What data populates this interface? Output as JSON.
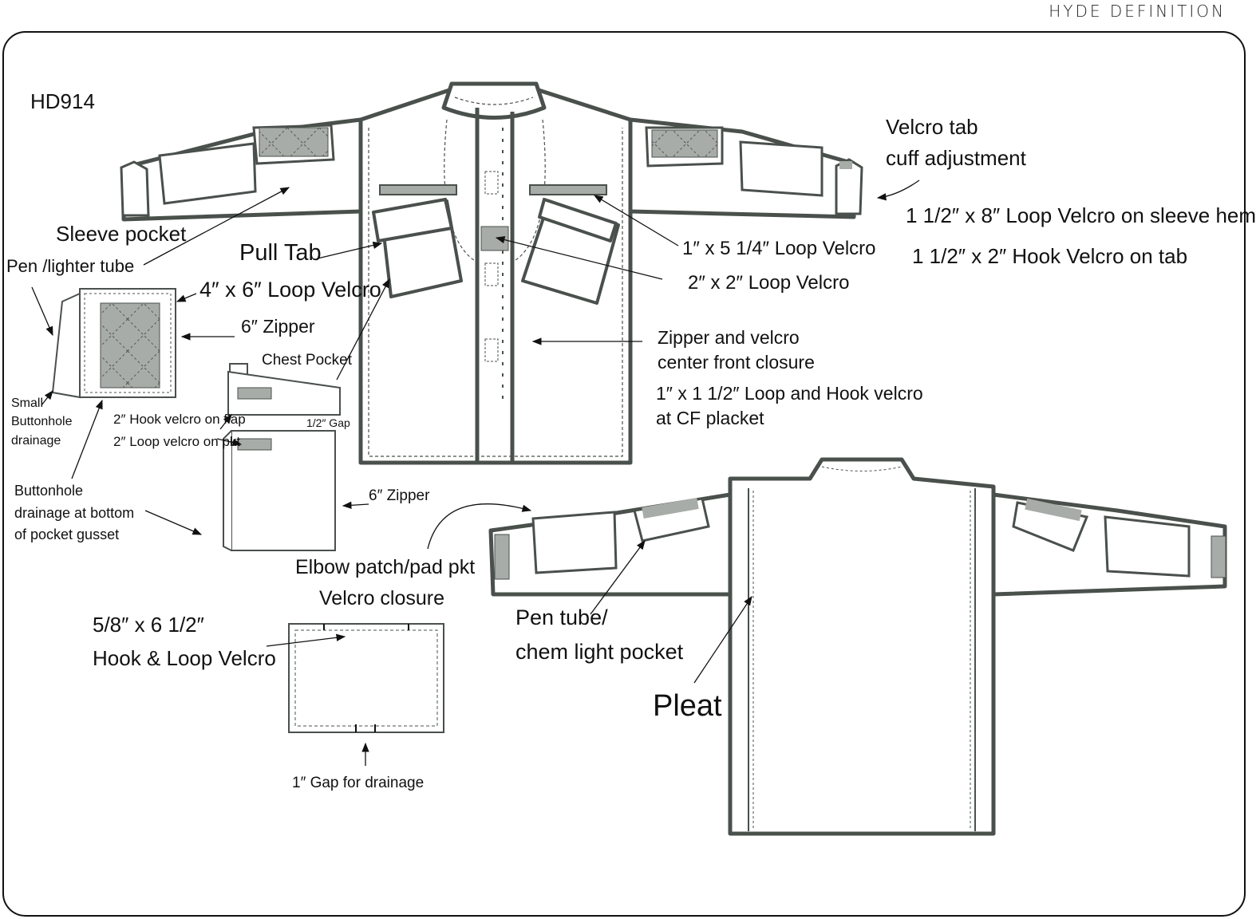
{
  "brand": "HYDE DEFINITION",
  "style_code": "HD914",
  "colors": {
    "outline": "#4a504c",
    "velcro_fill": "#a7aca8",
    "line": "#111111"
  },
  "labels": {
    "velcro_tab_1": "Velcro tab",
    "velcro_tab_2": "cuff adjustment",
    "sleeve_hem_velcro": "1 1/2″ x 8″ Loop Velcro  on sleeve hem",
    "tab_hook_velcro": "1 1/2″ x 2″ Hook Velcro on tab",
    "sleeve_pocket": "Sleeve pocket",
    "pen_lighter_tube": "Pen /lighter tube",
    "pull_tab": "Pull Tab",
    "loop_velcro_4x6": "4″ x 6″ Loop Velcro",
    "zipper_6_top": "6″ Zipper",
    "loop_velcro_1x5": "1″ x 5 1/4″  Loop Velcro",
    "loop_velcro_2x2": "2″ x 2″  Loop Velcro",
    "cf_closure_1": "Zipper and velcro",
    "cf_closure_2": "center front closure",
    "cf_placket_1": "1″ x 1 1/2″  Loop and Hook velcro",
    "cf_placket_2": "at CF placket",
    "chest_pocket": "Chest Pocket",
    "small_drainage_1": "Small",
    "small_drainage_2": "Buttonhole",
    "small_drainage_3": "drainage",
    "hook_on_flap": "2″ Hook velcro on flap",
    "loop_on_pkt": "2″ Loop velcro on pkt",
    "half_gap": "1/2″ Gap",
    "gusset_drainage_1": "Buttonhole",
    "gusset_drainage_2": "drainage at bottom",
    "gusset_drainage_3": "of pocket gusset",
    "zipper_6_bottom": "6″ Zipper",
    "elbow_patch": "Elbow patch/pad pkt",
    "velcro_closure": "Velcro closure",
    "hook_loop_1": "5/8″ x 6 1/2″",
    "hook_loop_2": "Hook & Loop Velcro",
    "pen_tube_1": "Pen tube/",
    "pen_tube_2": "chem light pocket",
    "pleat": "Pleat",
    "gap_drainage": "1″ Gap for drainage"
  }
}
